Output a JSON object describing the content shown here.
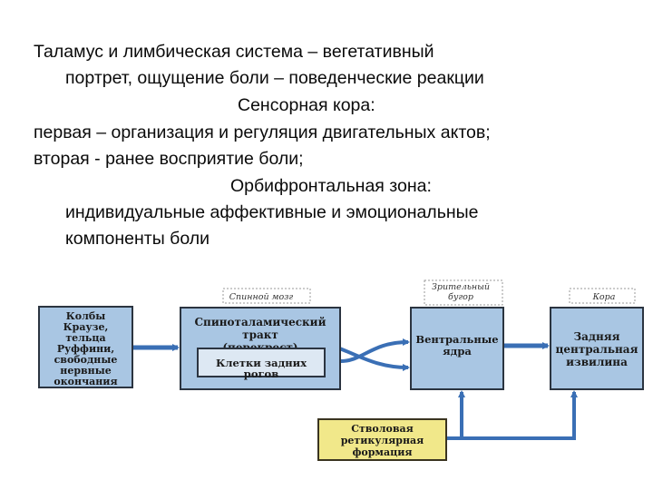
{
  "text": {
    "line1": "Таламус и лимбическая система – вегетативный",
    "line2": "портрет,  ощущение боли – поведенческие реакции",
    "line3": "Сенсорная кора:",
    "line4": "первая – организация и регуляция двигательных актов;",
    "line5": "вторая -  ранее восприятие боли;",
    "line6": "Орбифронтальная зона:",
    "line7": "индивидуальные аффективные и эмоциональные",
    "line8": "компоненты боли"
  },
  "diagram": {
    "captions": {
      "spinal": "Спинной мозг",
      "thalamus_1": "Зрительный",
      "thalamus_2": "бугор",
      "cortex": "Кора"
    },
    "receptors": [
      "Колбы",
      "Краузе,",
      "тельца",
      "Руффини,",
      "свободные",
      "нервные",
      "окончания"
    ],
    "tract": [
      "Спиноталамический тракт",
      "(перекрест)"
    ],
    "dorsal_horn": "Клетки задних рогов",
    "ventral": [
      "Вентральные",
      "ядра"
    ],
    "gyrus": [
      "Задняя",
      "центральная",
      "извилина"
    ],
    "reticular": [
      "Стволовая",
      "ретикулярная",
      "формация"
    ],
    "colors": {
      "box_fill": "#a9c6e3",
      "arrow": "#3a6fb5",
      "reticular_fill": "#f1e88a"
    }
  }
}
